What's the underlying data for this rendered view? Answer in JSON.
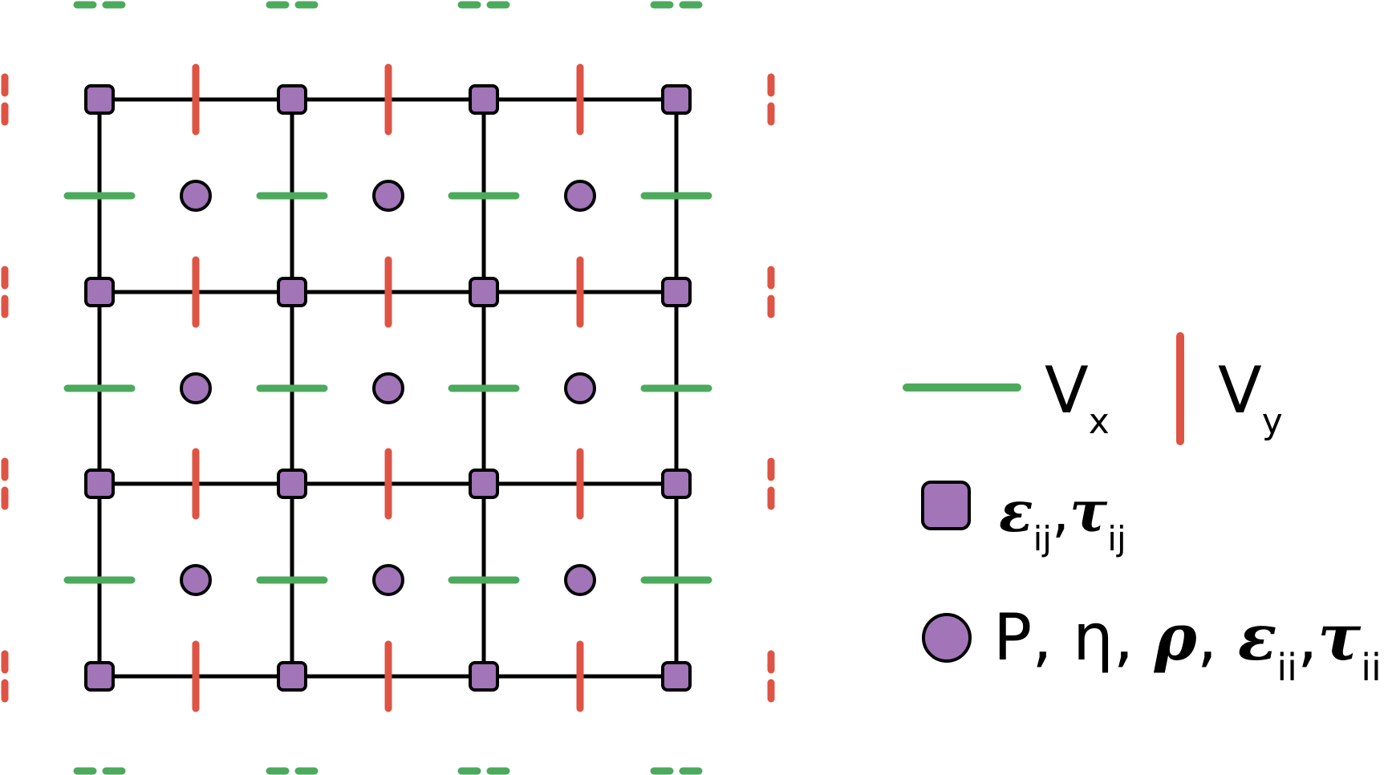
{
  "colors": {
    "grid_line": "#000000",
    "vx": "#4caa5c",
    "vy": "#de5444",
    "node": "#a274b8",
    "node_stroke": "#000000"
  },
  "legend": {
    "vx": {
      "letter": "V",
      "sub": "x"
    },
    "vy": {
      "letter": "V",
      "sub": "y"
    },
    "square": {
      "eps": "ε",
      "eps_sub": "ij",
      "comma": ",",
      "tau": "τ",
      "tau_sub": "ij"
    },
    "circle": {
      "prefix": "P, η, ",
      "rho": "ρ",
      "sep": ", ",
      "eps": "ε",
      "eps_sub": "ii",
      "comma": ",",
      "tau": "τ",
      "tau_sub": "ii"
    }
  },
  "icons": {
    "vx": "green-horizontal-bar-icon",
    "vy": "red-vertical-bar-icon",
    "square": "purple-rounded-square-icon",
    "circle": "purple-circle-icon"
  }
}
